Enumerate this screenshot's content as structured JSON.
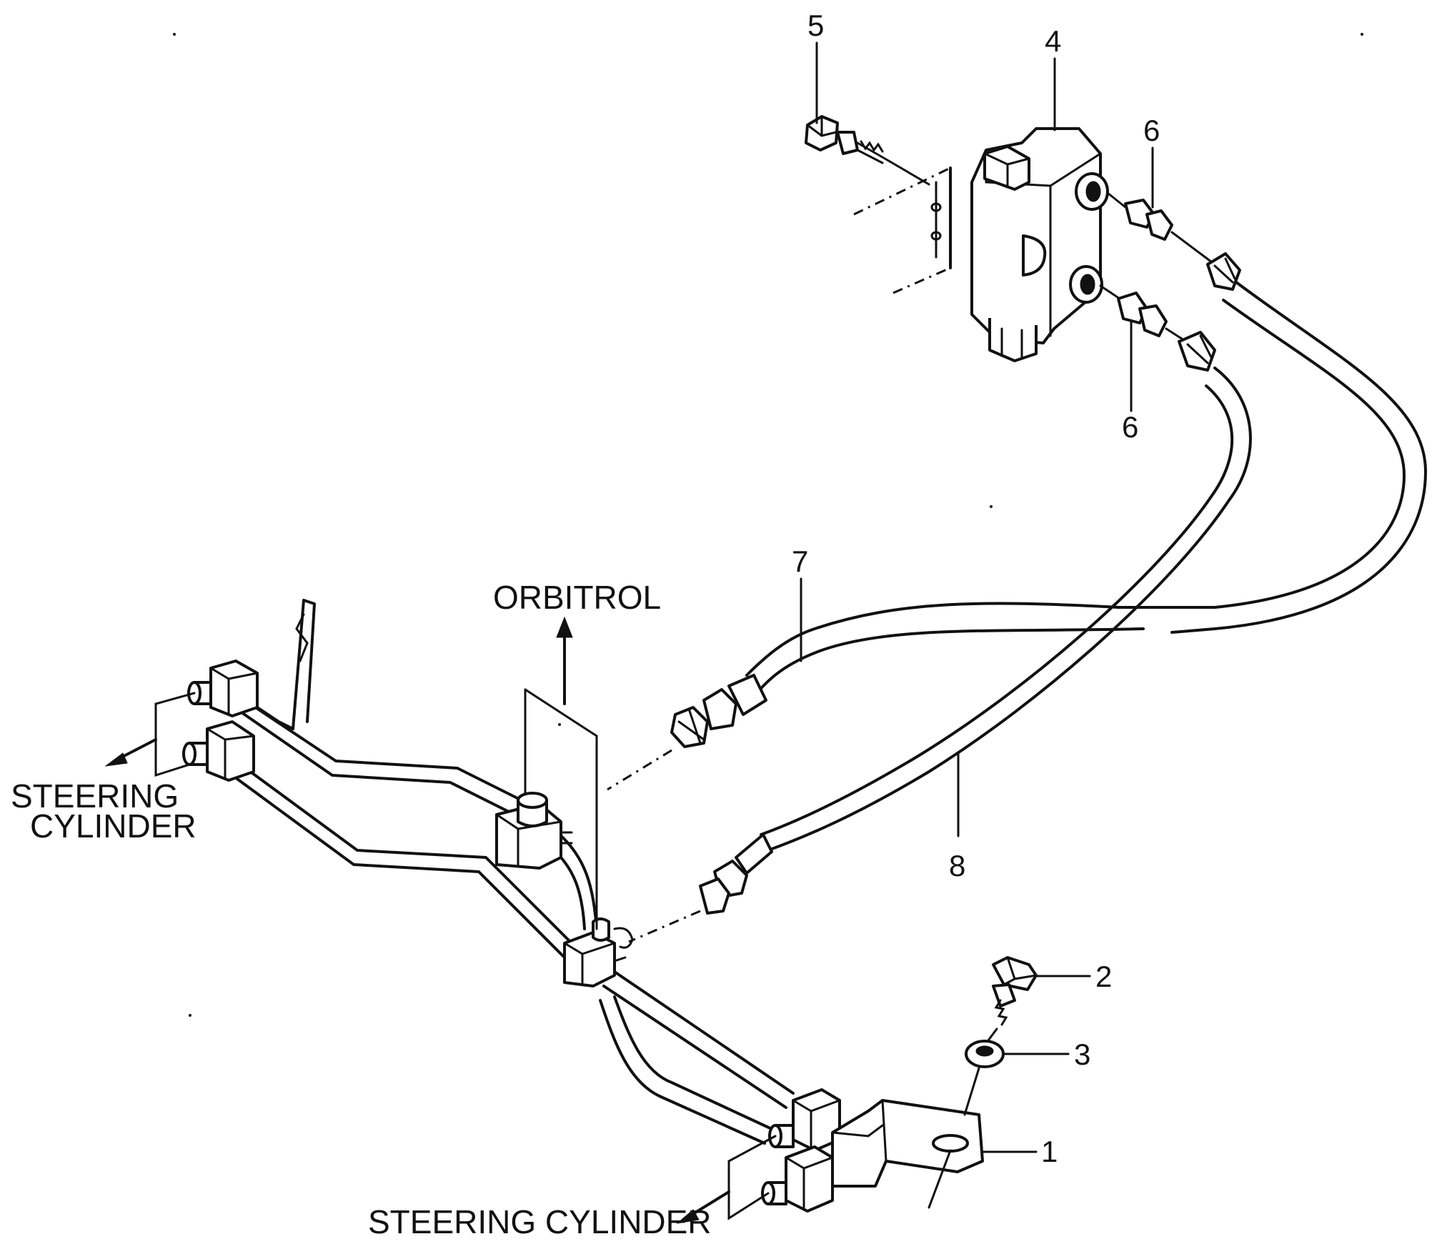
{
  "labels": {
    "orbitrol": "ORBITROL",
    "steering_cylinder_left_line1": "STEERING",
    "steering_cylinder_left_line2": "CYLINDER",
    "steering_cylinder_bottom": "STEERING CYLINDER"
  },
  "callouts": {
    "n1": "1",
    "n2": "2",
    "n3": "3",
    "n4": "4",
    "n5": "5",
    "n6a": "6",
    "n6b": "6",
    "n7": "7",
    "n8": "8"
  },
  "colors": {
    "ink": "#111111",
    "background": "#ffffff"
  }
}
